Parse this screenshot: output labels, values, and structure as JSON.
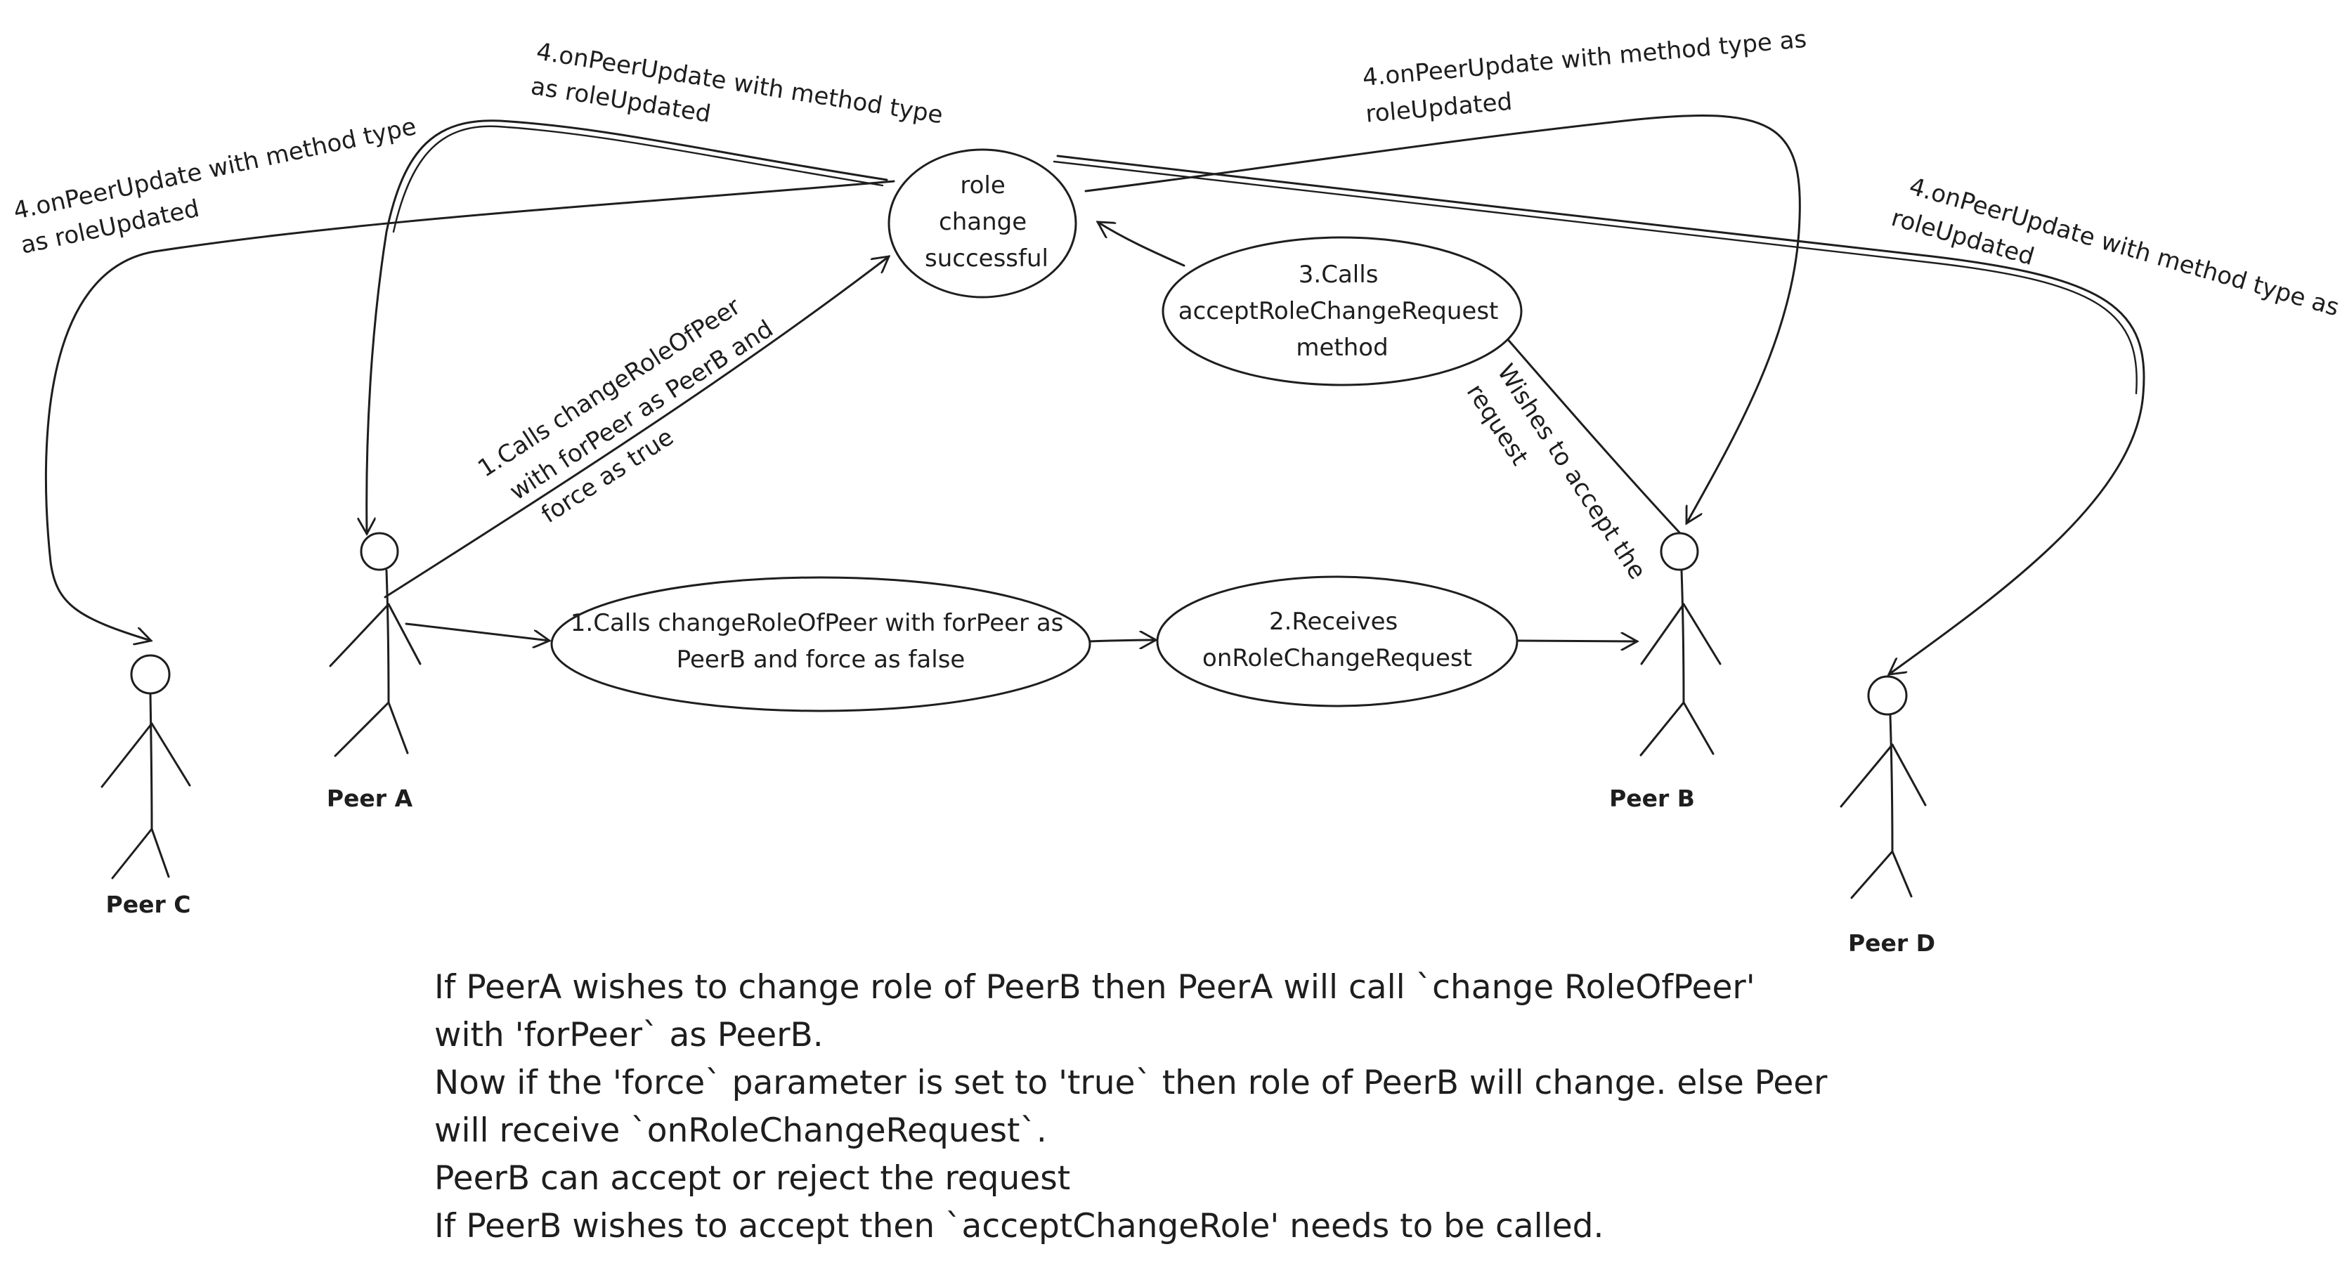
{
  "actors": {
    "peer_a": "Peer A",
    "peer_b": "Peer B",
    "peer_c": "Peer C",
    "peer_d": "Peer D"
  },
  "nodes": {
    "role_change": [
      "role",
      "change",
      "successful"
    ],
    "accept_call": [
      "3.Calls",
      "acceptRoleChangeRequest",
      "method"
    ],
    "change_role_false": [
      "1.Calls changeRoleOfPeer with forPeer as",
      "PeerB and force as false"
    ],
    "receives": [
      "2.Receives",
      "onRoleChangeRequest"
    ]
  },
  "edge_labels": {
    "force_true": [
      "1.Calls changeRoleOfPeer",
      "with forPeer as PeerB and",
      "force as true"
    ],
    "wishes_accept": [
      "Wishes to accept the",
      "request"
    ],
    "update_c": [
      "4.onPeerUpdate with method type",
      "as roleUpdated"
    ],
    "update_a": [
      "4.onPeerUpdate with method type",
      "as roleUpdated"
    ],
    "update_b": [
      "4.onPeerUpdate with method type as",
      "roleUpdated"
    ],
    "update_d": [
      "4.onPeerUpdate with method type as",
      "roleUpdated"
    ]
  },
  "notes": [
    "If PeerA wishes to change role of PeerB then PeerA will call `change RoleOfPeer'",
    "with 'forPeer` as PeerB.",
    "Now if the 'force` parameter is set to 'true` then role of PeerB will change. else Peer",
    "will receive `onRoleChangeRequest`.",
    "PeerB can accept or reject the request",
    "If PeerB wishes to accept then `acceptChangeRole' needs to be called."
  ]
}
